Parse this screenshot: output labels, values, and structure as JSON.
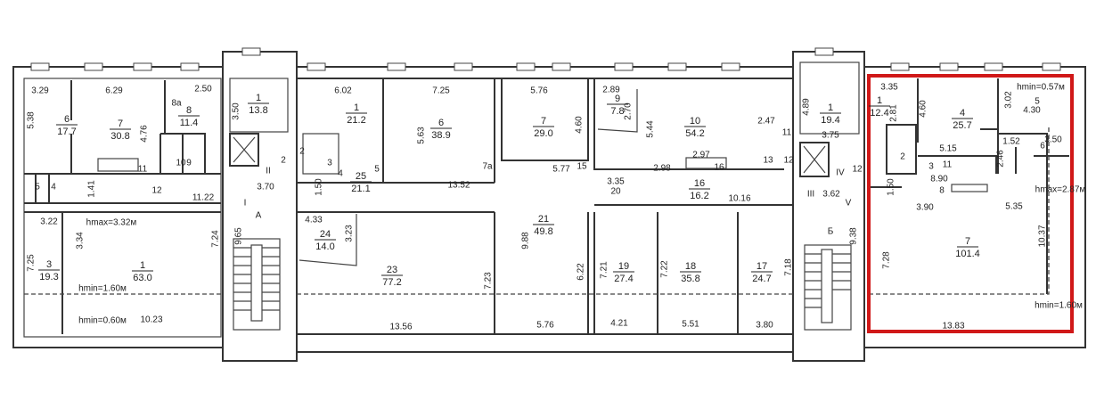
{
  "plan": {
    "highlight_color": "#d01818",
    "rooms": [
      {
        "num": "6",
        "area": "17.7"
      },
      {
        "num": "7",
        "area": "30.8"
      },
      {
        "num": "8",
        "area": "11.4"
      },
      {
        "num": "1",
        "area": "63.0"
      },
      {
        "num": "3",
        "area": "19.3"
      },
      {
        "num": "1",
        "area": "13.8"
      },
      {
        "num": "1",
        "area": "21.2"
      },
      {
        "num": "25",
        "area": "21.1"
      },
      {
        "num": "6",
        "area": "38.9"
      },
      {
        "num": "24",
        "area": "14.0"
      },
      {
        "num": "23",
        "area": "77.2"
      },
      {
        "num": "7",
        "area": "29.0"
      },
      {
        "num": "21",
        "area": "49.8"
      },
      {
        "num": "9",
        "area": "7.8"
      },
      {
        "num": "10",
        "area": "54.2"
      },
      {
        "num": "16",
        "area": "16.2"
      },
      {
        "num": "19",
        "area": "27.4"
      },
      {
        "num": "18",
        "area": "35.8"
      },
      {
        "num": "17",
        "area": "24.7"
      },
      {
        "num": "1",
        "area": "19.4"
      },
      {
        "num": "1",
        "area": "12.4"
      },
      {
        "num": "4",
        "area": "25.7"
      },
      {
        "num": "7",
        "area": "101.4"
      }
    ],
    "labels": [
      "3.29",
      "5.38",
      "6.29",
      "4.76",
      "8а",
      "2.50",
      "9",
      "10",
      "11",
      "5",
      "4",
      "12",
      "1.41",
      "11.22",
      "3.22",
      "hmax=3.32м",
      "3.34",
      "7.24",
      "7.25",
      "hmin=1.60м",
      "hmin=0.60м",
      "10.23",
      "3.50",
      "3.70",
      "I",
      "A",
      "9.65",
      "II",
      "2",
      "6.02",
      "2",
      "3",
      "4",
      "1.50",
      "7.25",
      "5.63",
      "5",
      "13.52",
      "4.33",
      "3.23",
      "7.23",
      "13.56",
      "5.76",
      "4.60",
      "7а",
      "5.77",
      "15",
      "9.88",
      "6.22",
      "5.76",
      "2.89",
      "2.70",
      "5.44",
      "2.97",
      "2.98",
      "16",
      "3.35",
      "20",
      "10.16",
      "7.21",
      "7.22",
      "4.21",
      "5.51",
      "7.18",
      "3.80",
      "2.47",
      "11",
      "13",
      "12",
      "4.89",
      "3.75",
      "IV",
      "12",
      "III",
      "3.62",
      "V",
      "Б",
      "9.38",
      "3.35",
      "2.81",
      "4.60",
      "hmin=0.57м",
      "3.02",
      "5",
      "4.30",
      "2",
      "5.15",
      "1.52",
      "6",
      "3.50",
      "2.46",
      "3",
      "11",
      "8.90",
      "8",
      "1.50",
      "hmax=2.87м",
      "3.90",
      "5.35",
      "10.37",
      "7.28",
      "hmin=1.60м",
      "13.83"
    ]
  }
}
